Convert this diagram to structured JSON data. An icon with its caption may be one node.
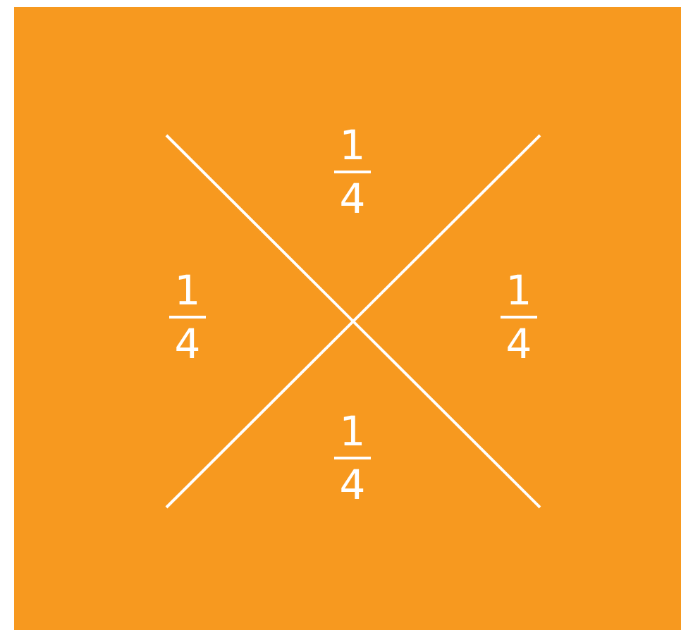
{
  "diagram": {
    "labels": [
      "1",
      "4",
      "1",
      "1",
      "4",
      "4",
      "1",
      "4"
    ]
  }
}
